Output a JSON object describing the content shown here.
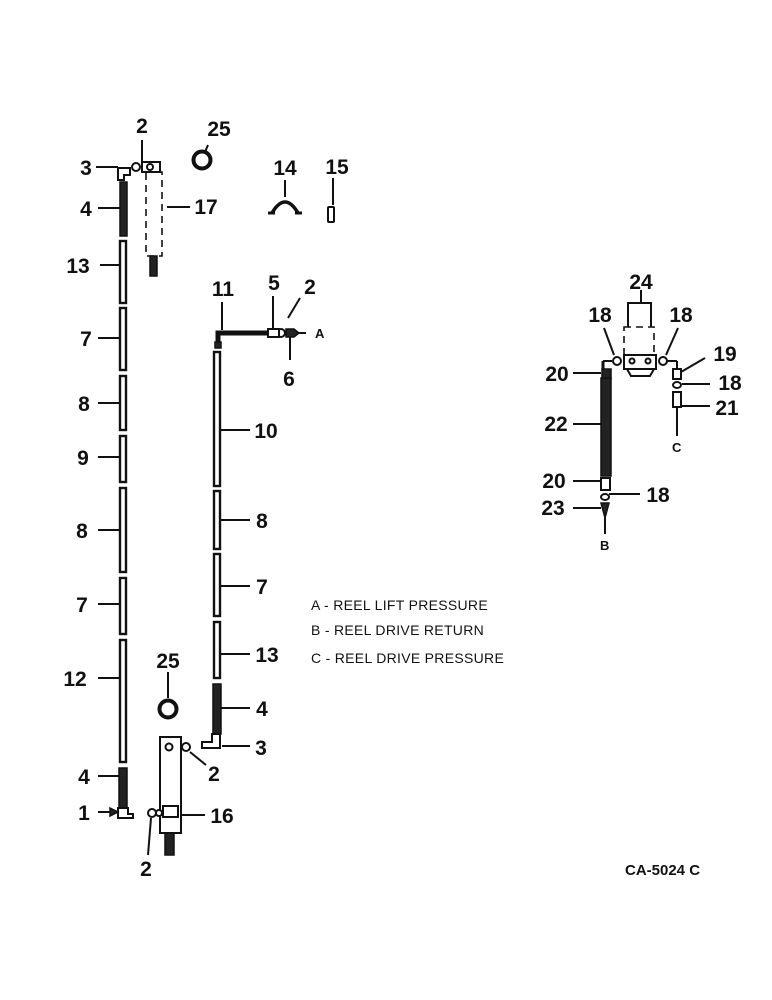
{
  "legend": {
    "a": "A - REEL LIFT PRESSURE",
    "b": "B - REEL DRIVE RETURN",
    "c": "C - REEL DRIVE PRESSURE"
  },
  "drawing_code": "CA-5024 C",
  "port_letters": {
    "a": "A",
    "b": "B",
    "c": "C"
  },
  "callouts": {
    "c1": "1",
    "c2": "2",
    "c3": "3",
    "c4": "4",
    "c5": "5",
    "c6": "6",
    "c7": "7",
    "c8": "8",
    "c9": "9",
    "c10": "10",
    "c11": "11",
    "c12": "12",
    "c13": "13",
    "c14": "14",
    "c15": "15",
    "c16": "16",
    "c17": "17",
    "c18": "18",
    "c19": "19",
    "c20": "20",
    "c21": "21",
    "c22": "22",
    "c23": "23",
    "c24": "24",
    "c25": "25"
  }
}
